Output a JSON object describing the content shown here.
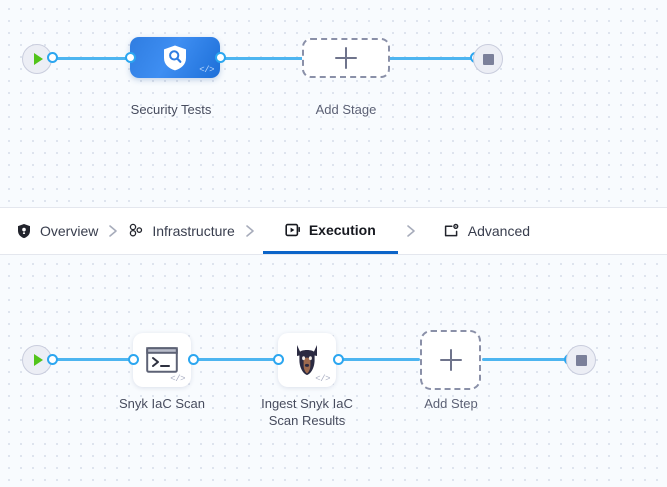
{
  "stage_pipeline": {
    "start_node": {
      "icon": "play-icon",
      "name": "pipeline-start"
    },
    "end_node": {
      "icon": "stop-icon",
      "name": "pipeline-end"
    },
    "nodes": [
      {
        "id": "security-tests",
        "label": "Security Tests",
        "icon": "shield-search-icon",
        "type": "stage",
        "badge": "</>"
      },
      {
        "id": "add-stage",
        "label": "Add Stage",
        "icon": "plus-icon",
        "type": "add-placeholder"
      }
    ]
  },
  "tabs": [
    {
      "id": "overview",
      "label": "Overview",
      "icon": "shield-icon",
      "active": false
    },
    {
      "id": "infrastructure",
      "label": "Infrastructure",
      "icon": "nodes-cluster-icon",
      "active": false
    },
    {
      "id": "execution",
      "label": "Execution",
      "icon": "play-square-icon",
      "active": true
    },
    {
      "id": "advanced",
      "label": "Advanced",
      "icon": "card-gear-icon",
      "active": false
    }
  ],
  "tab_separator": "chevron-right-icon",
  "step_pipeline": {
    "start_node": {
      "icon": "play-icon",
      "name": "steps-start"
    },
    "end_node": {
      "icon": "stop-icon",
      "name": "steps-end"
    },
    "nodes": [
      {
        "id": "snyk-iac-scan",
        "label": "Snyk IaC Scan",
        "icon": "terminal-icon",
        "type": "step",
        "badge": "</>"
      },
      {
        "id": "ingest-snyk-iac-scan-results",
        "label": "Ingest Snyk IaC\nScan Results",
        "icon": "snyk-doberman-icon",
        "type": "step",
        "badge": "</>"
      },
      {
        "id": "add-step",
        "label": "Add Step",
        "icon": "plus-icon",
        "type": "add-placeholder"
      }
    ]
  },
  "colors": {
    "connector": "#4db5f0",
    "port": "#2ba6f0",
    "stage_accent": "#3182e6",
    "active_tab_underline": "#0b64c8",
    "start_play": "#52c41a",
    "end_stop": "#7b809a",
    "canvas_bg": "#f8fbfe",
    "grid_dot": "#d6dce8"
  }
}
